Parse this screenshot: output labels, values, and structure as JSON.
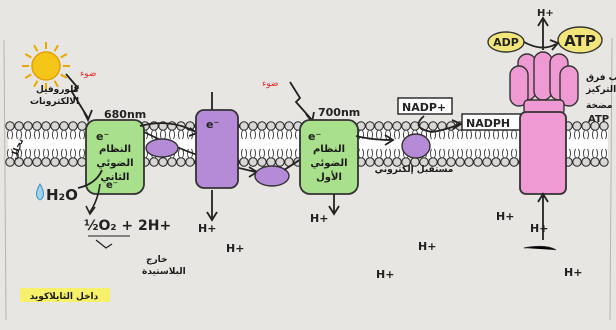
{
  "photosystem_ii": {
    "line1": "النظام",
    "line2": "الضوئي",
    "line3": "الثاني",
    "wavelength": "680nm"
  },
  "photosystem_i": {
    "line1": "النظام",
    "line2": "الضوئي",
    "line3": "الأول",
    "wavelength": "700nm"
  },
  "electron": "e⁻",
  "electron_acceptor": "مستقبل إلكتروني",
  "nadp_plus": "NADP+",
  "nadph": "NADPH",
  "adp": "ADP",
  "atp": "ATP",
  "atp_synthase": {
    "line1": "مضخة",
    "line2": "ATP"
  },
  "atp_note": {
    "line1": "لسبب فرق",
    "line2": "التركيز"
  },
  "light_label": "ضوء",
  "chlorophyll_note": {
    "line1": "كلوروفيل",
    "line2": "الالكترونات"
  },
  "water": "H₂O",
  "water_note": "تحلل",
  "water_split": "½O₂ + 2H+",
  "exit_note": {
    "line1": "خارج",
    "line2": "البلاستيدة"
  },
  "thylakoid_interior": "داخل الثايلاكويد",
  "h_plus": "H+",
  "colors": {
    "photosystem": "#a8e08c",
    "protein": "#b58ad6",
    "atp_synthase": "#ef9ad2",
    "sun": "#f5c518",
    "highlight": "#f7f06a"
  }
}
